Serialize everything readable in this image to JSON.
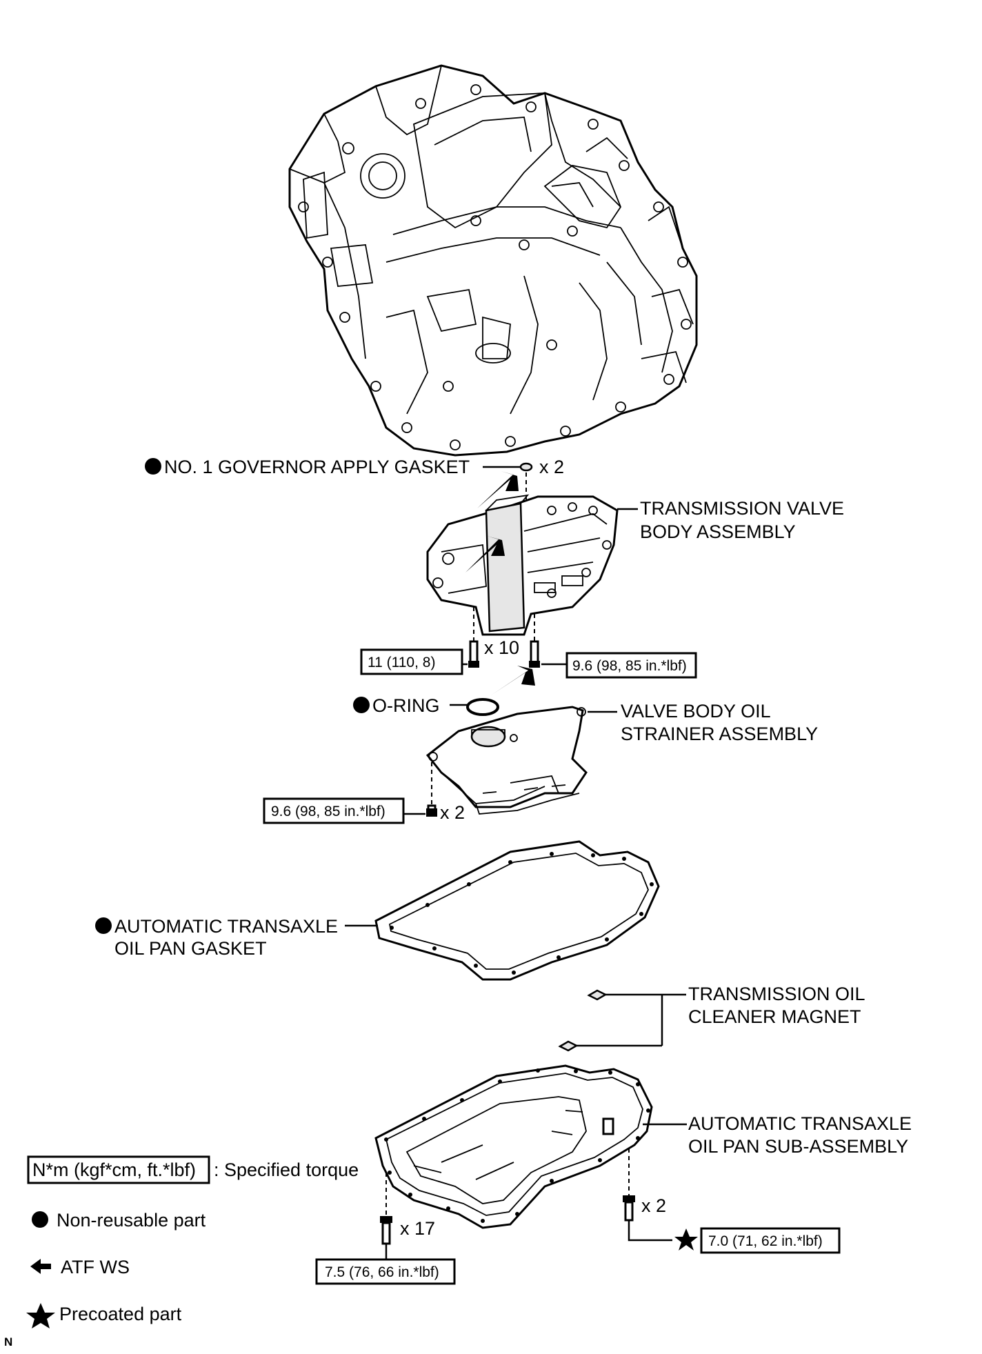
{
  "labels": {
    "governor_gasket": "NO. 1 GOVERNOR APPLY GASKET",
    "governor_gasket_count": "x 2",
    "valve_body_line1": "TRANSMISSION VALVE",
    "valve_body_line2": "BODY ASSEMBLY",
    "valve_body_bolt_count": "x 10",
    "o_ring": "O-RING",
    "strainer_line1": "VALVE BODY OIL",
    "strainer_line2": "STRAINER ASSEMBLY",
    "strainer_bolt_count": "x 2",
    "pan_gasket_line1": "AUTOMATIC TRANSAXLE",
    "pan_gasket_line2": "OIL PAN GASKET",
    "magnet_line1": "TRANSMISSION OIL",
    "magnet_line2": "CLEANER MAGNET",
    "oil_pan_line1": "AUTOMATIC TRANSAXLE",
    "oil_pan_line2": "OIL PAN SUB-ASSEMBLY",
    "oil_pan_bolt_count": "x 17",
    "oil_pan_precoat_bolt_count": "x 2"
  },
  "torques": {
    "valve_body_bolt_a": "11 (110, 8)",
    "valve_body_bolt_b": "9.6 (98, 85 in.*lbf)",
    "strainer_bolt": "9.6 (98, 85 in.*lbf)",
    "oil_pan_bolt": "7.5 (76, 66 in.*lbf)",
    "oil_pan_precoat_bolt": "7.0 (71, 62 in.*lbf)"
  },
  "legend": {
    "torque_box": "N*m (kgf*cm, ft.*lbf)",
    "torque_text": ": Specified torque",
    "non_reusable": "Non-reusable part",
    "atf": "ATF WS",
    "precoated": "Precoated part"
  },
  "corner_mark": "N",
  "icons": {
    "non_reusable": "filled-circle-icon",
    "atf": "arrow-left-icon",
    "precoated": "star-icon"
  }
}
